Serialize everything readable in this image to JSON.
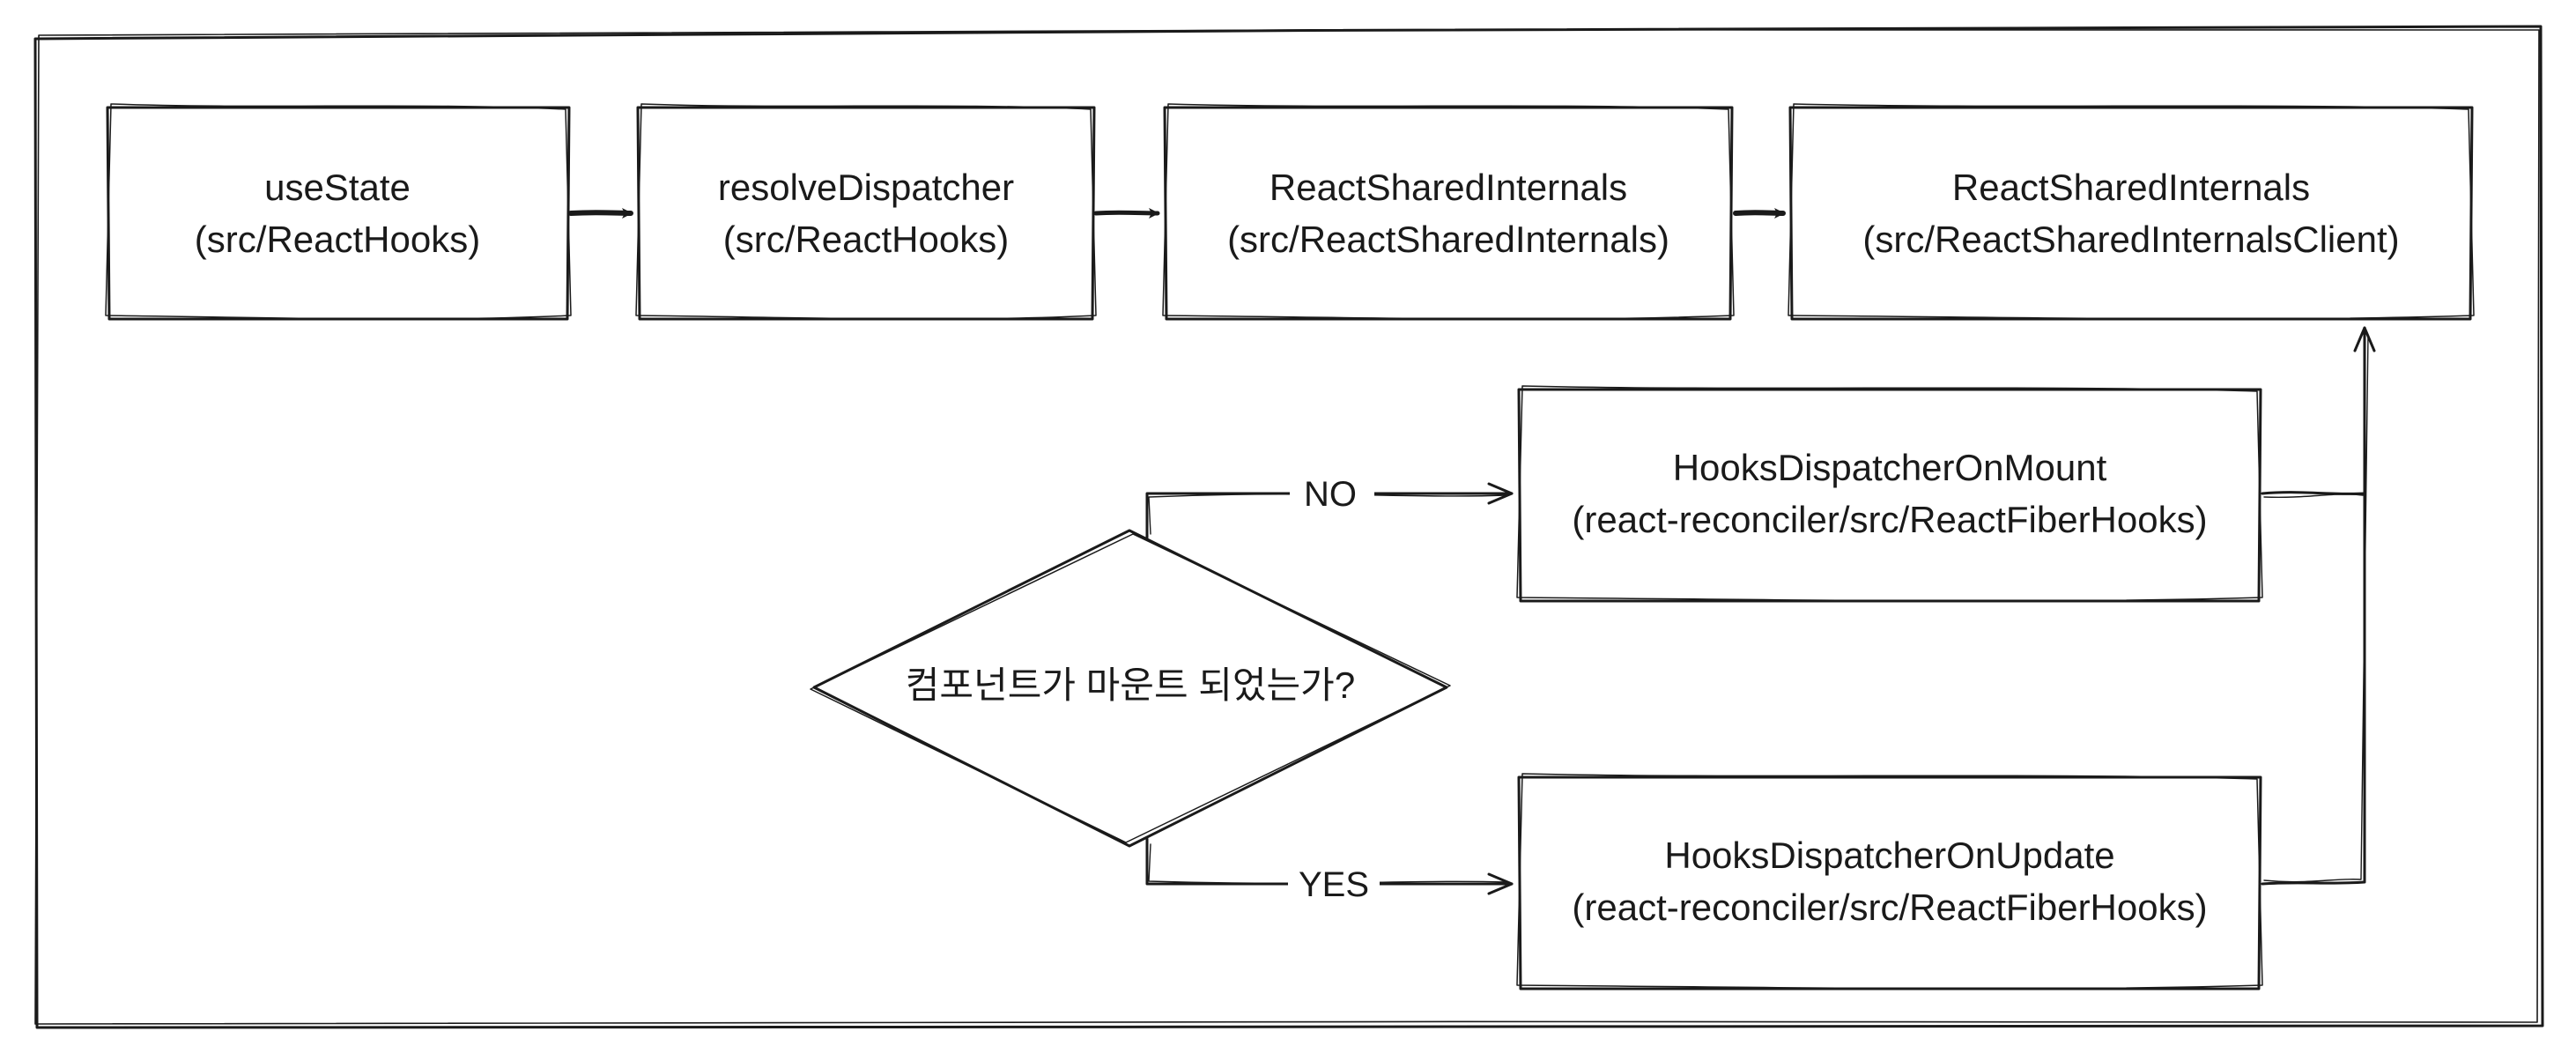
{
  "nodes": {
    "use_state": {
      "line1": "useState",
      "line2": "(src/ReactHooks)"
    },
    "resolve_dispatcher": {
      "line1": "resolveDispatcher",
      "line2": "(src/ReactHooks)"
    },
    "shared_internals": {
      "line1": "ReactSharedInternals",
      "line2": "(src/ReactSharedInternals)"
    },
    "shared_internals_client": {
      "line1": "ReactSharedInternals",
      "line2": "(src/ReactSharedInternalsClient)"
    },
    "on_mount": {
      "line1": "HooksDispatcherOnMount",
      "line2": "(react-reconciler/src/ReactFiberHooks)"
    },
    "on_update": {
      "line1": "HooksDispatcherOnUpdate",
      "line2": "(react-reconciler/src/ReactFiberHooks)"
    },
    "decision": {
      "text": "컴포넌트가 마운트 되었는가?"
    }
  },
  "edges": {
    "no_label": "NO",
    "yes_label": "YES"
  }
}
